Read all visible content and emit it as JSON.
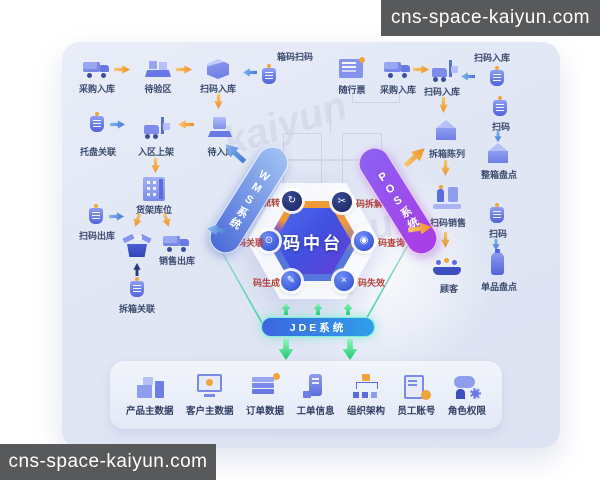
{
  "watermark": "cns-space-kaiyun.com",
  "watermark_bg": "kaiyun",
  "diagram": {
    "top_left": {
      "purchase_in": "采购入库",
      "inspection_area": "待验区",
      "scan_in": "扫码入库",
      "box_code_scan": "箱码扫码"
    },
    "mid_left": {
      "pallet_link": "托盘关联",
      "shelving": "入区上架",
      "pending_in": "待入库",
      "shelf_location": "货架库位"
    },
    "out_left": {
      "scan_out": "扫码出库",
      "sales_out": "销售出库",
      "unbox_link": "拆箱关联"
    },
    "top_right": {
      "ticket": "随行票",
      "purchase_in": "采购入库",
      "scan_in": "扫码入库",
      "scan_in_corner": "扫码入库"
    },
    "mid_right": {
      "unbox_display": "拆箱陈列",
      "scan1": "扫码",
      "case_count": "整箱盘点",
      "scan_sale": "扫码销售",
      "scan2": "扫码",
      "item_count": "单品盘点",
      "customer": "顾客"
    },
    "center": {
      "title": "码中台",
      "node_flow": "码流转",
      "node_split": "码拆解",
      "node_link": "码关联",
      "node_query": "码查询",
      "node_generate": "码生成",
      "node_invalid": "码失效"
    },
    "systems": {
      "wms": "WMS系统",
      "pos": "POS系统",
      "jde": "JDE系统"
    },
    "bottom_items": [
      "产品主数据",
      "客户主数据",
      "订单数据",
      "工单信息",
      "组织架构",
      "员工账号",
      "角色权限"
    ]
  },
  "colors": {
    "accent_orange": "#ef8f2a",
    "accent_blue": "#3f7bd8",
    "accent_green": "#1fc96f",
    "pos_purple": "#aa3be5",
    "wms_blue": "#4a68d8",
    "node_label_red": "#b5433a",
    "watermark_bar": "#58595b"
  }
}
